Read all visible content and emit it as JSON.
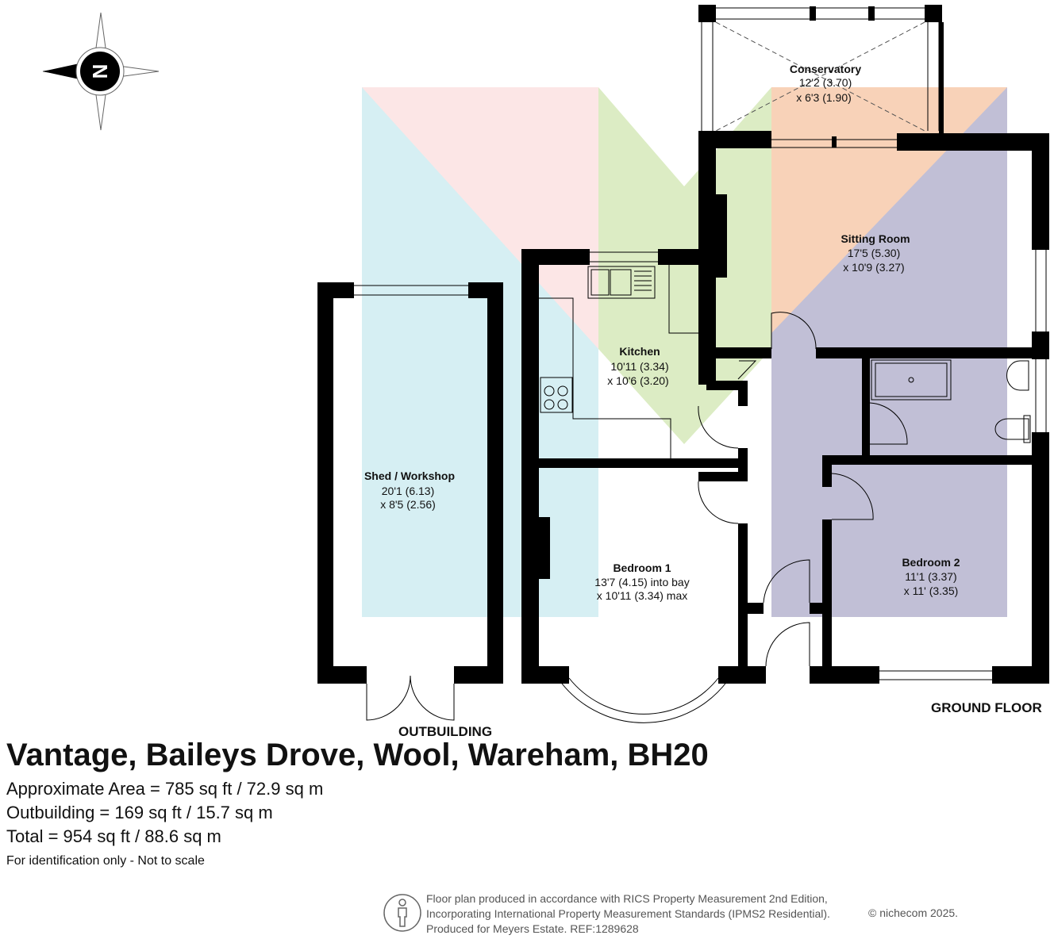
{
  "plan": {
    "ground_floor_label": "GROUND FLOOR",
    "outbuilding_label": "OUTBUILDING",
    "compass_letter": "N",
    "compass_icon": "north-arrow-icon",
    "zone_colors": {
      "pink": "#fce6e6",
      "blue": "#d6eff3",
      "green": "#dcecc4",
      "orange": "#f8d2b8",
      "purple": "#c1bfd6"
    },
    "rooms": [
      {
        "id": "conservatory",
        "name": "Conservatory",
        "dim1": "12'2 (3.70)",
        "dim2": "x 6'3 (1.90)"
      },
      {
        "id": "sitting-room",
        "name": "Sitting Room",
        "dim1": "17'5 (5.30)",
        "dim2": "x 10'9 (3.27)"
      },
      {
        "id": "kitchen",
        "name": "Kitchen",
        "dim1": "10'11 (3.34)",
        "dim2": "x 10'6 (3.20)"
      },
      {
        "id": "shed-workshop",
        "name": "Shed / Workshop",
        "dim1": "20'1 (6.13)",
        "dim2": "x 8'5 (2.56)"
      },
      {
        "id": "bedroom-1",
        "name": "Bedroom 1",
        "dim1": "13'7 (4.15) into bay",
        "dim2": "x 10'11 (3.34) max"
      },
      {
        "id": "bedroom-2",
        "name": "Bedroom 2",
        "dim1": "11'1 (3.37)",
        "dim2": "x 11' (3.35)"
      }
    ]
  },
  "info": {
    "title": "Vantage, Baileys Drove, Wool, Wareham, BH20",
    "approx_area": "Approximate Area = 785 sq ft / 72.9 sq m",
    "outbuilding_area": "Outbuilding = 169 sq ft / 15.7 sq m",
    "total_area": "Total = 954 sq ft / 88.6 sq m",
    "note": "For identification only - Not to scale"
  },
  "footer": {
    "icon": "person-icon",
    "line1": "Floor plan produced in accordance with RICS Property Measurement 2nd Edition,",
    "line2": "Incorporating International Property Measurement Standards (IPMS2 Residential).",
    "line3": "Produced for Meyers Estate.   REF:1289628",
    "copyright": "© nichecom 2025."
  }
}
